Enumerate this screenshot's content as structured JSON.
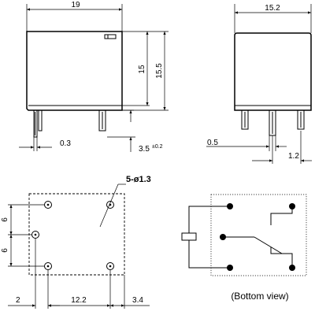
{
  "side_view": {
    "width": "19",
    "height_inner": "15",
    "height_outer": "15.5",
    "pin_width": "0.3",
    "pin_length": "3.5",
    "pin_length_tol": "±0.2"
  },
  "end_view": {
    "width": "15.2",
    "pin_width": "0.5",
    "pin_spacing": "1.2"
  },
  "footprint": {
    "hole_spec": "5-ø1.3",
    "pitch_upper": "6",
    "pitch_lower": "6",
    "offset_left": "2",
    "pitch_horizontal": "12.2",
    "offset_right": "3.4"
  },
  "schematic": {
    "caption": "(Bottom view)"
  }
}
